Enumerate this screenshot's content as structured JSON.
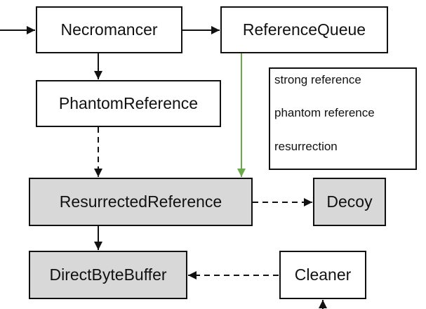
{
  "colors": {
    "line": "#111111",
    "resurrection": "#6aaa4b",
    "plain_fill": "#ffffff",
    "shaded_fill": "#d8d8d8"
  },
  "nodes": {
    "necromancer": "Necromancer",
    "reference_queue": "ReferenceQueue",
    "phantom_reference": "PhantomReference",
    "resurrected_reference": "ResurrectedReference",
    "decoy": "Decoy",
    "direct_byte_buffer": "DirectByteBuffer",
    "cleaner": "Cleaner"
  },
  "legend": {
    "strong": "strong reference",
    "phantom": "phantom reference",
    "resurrection": "resurrection"
  }
}
